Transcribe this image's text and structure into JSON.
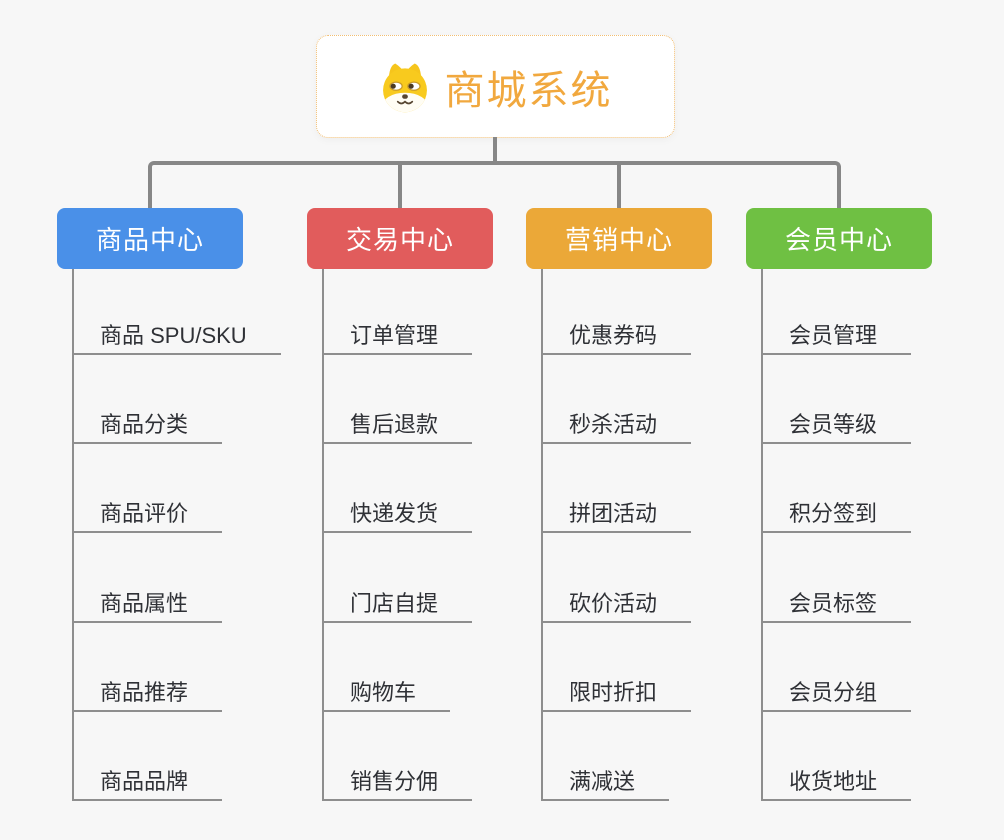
{
  "root": {
    "title": "商城系统",
    "icon": "shiba-dog-icon",
    "title_color": "#F1A83E",
    "border_color": "#F2BE72"
  },
  "branches": [
    {
      "label": "商品中心",
      "color": "#4A90E8",
      "children": [
        "商品 SPU/SKU",
        "商品分类",
        "商品评价",
        "商品属性",
        "商品推荐",
        "商品品牌"
      ]
    },
    {
      "label": "交易中心",
      "color": "#E15C5C",
      "children": [
        "订单管理",
        "售后退款",
        "快递发货",
        "门店自提",
        "购物车",
        "销售分佣"
      ]
    },
    {
      "label": "营销中心",
      "color": "#EBA838",
      "children": [
        "优惠券码",
        "秒杀活动",
        "拼团活动",
        "砍价活动",
        "限时折扣",
        "满减送"
      ]
    },
    {
      "label": "会员中心",
      "color": "#6FC043",
      "children": [
        "会员管理",
        "会员等级",
        "积分签到",
        "会员标签",
        "会员分组",
        "收货地址"
      ]
    }
  ],
  "colors": {
    "background": "#F7F7F7",
    "connector": "#878787",
    "underline": "#8E8E8E",
    "branch_text": "#FFFFFF",
    "subtopic_text": "#2F3136"
  }
}
